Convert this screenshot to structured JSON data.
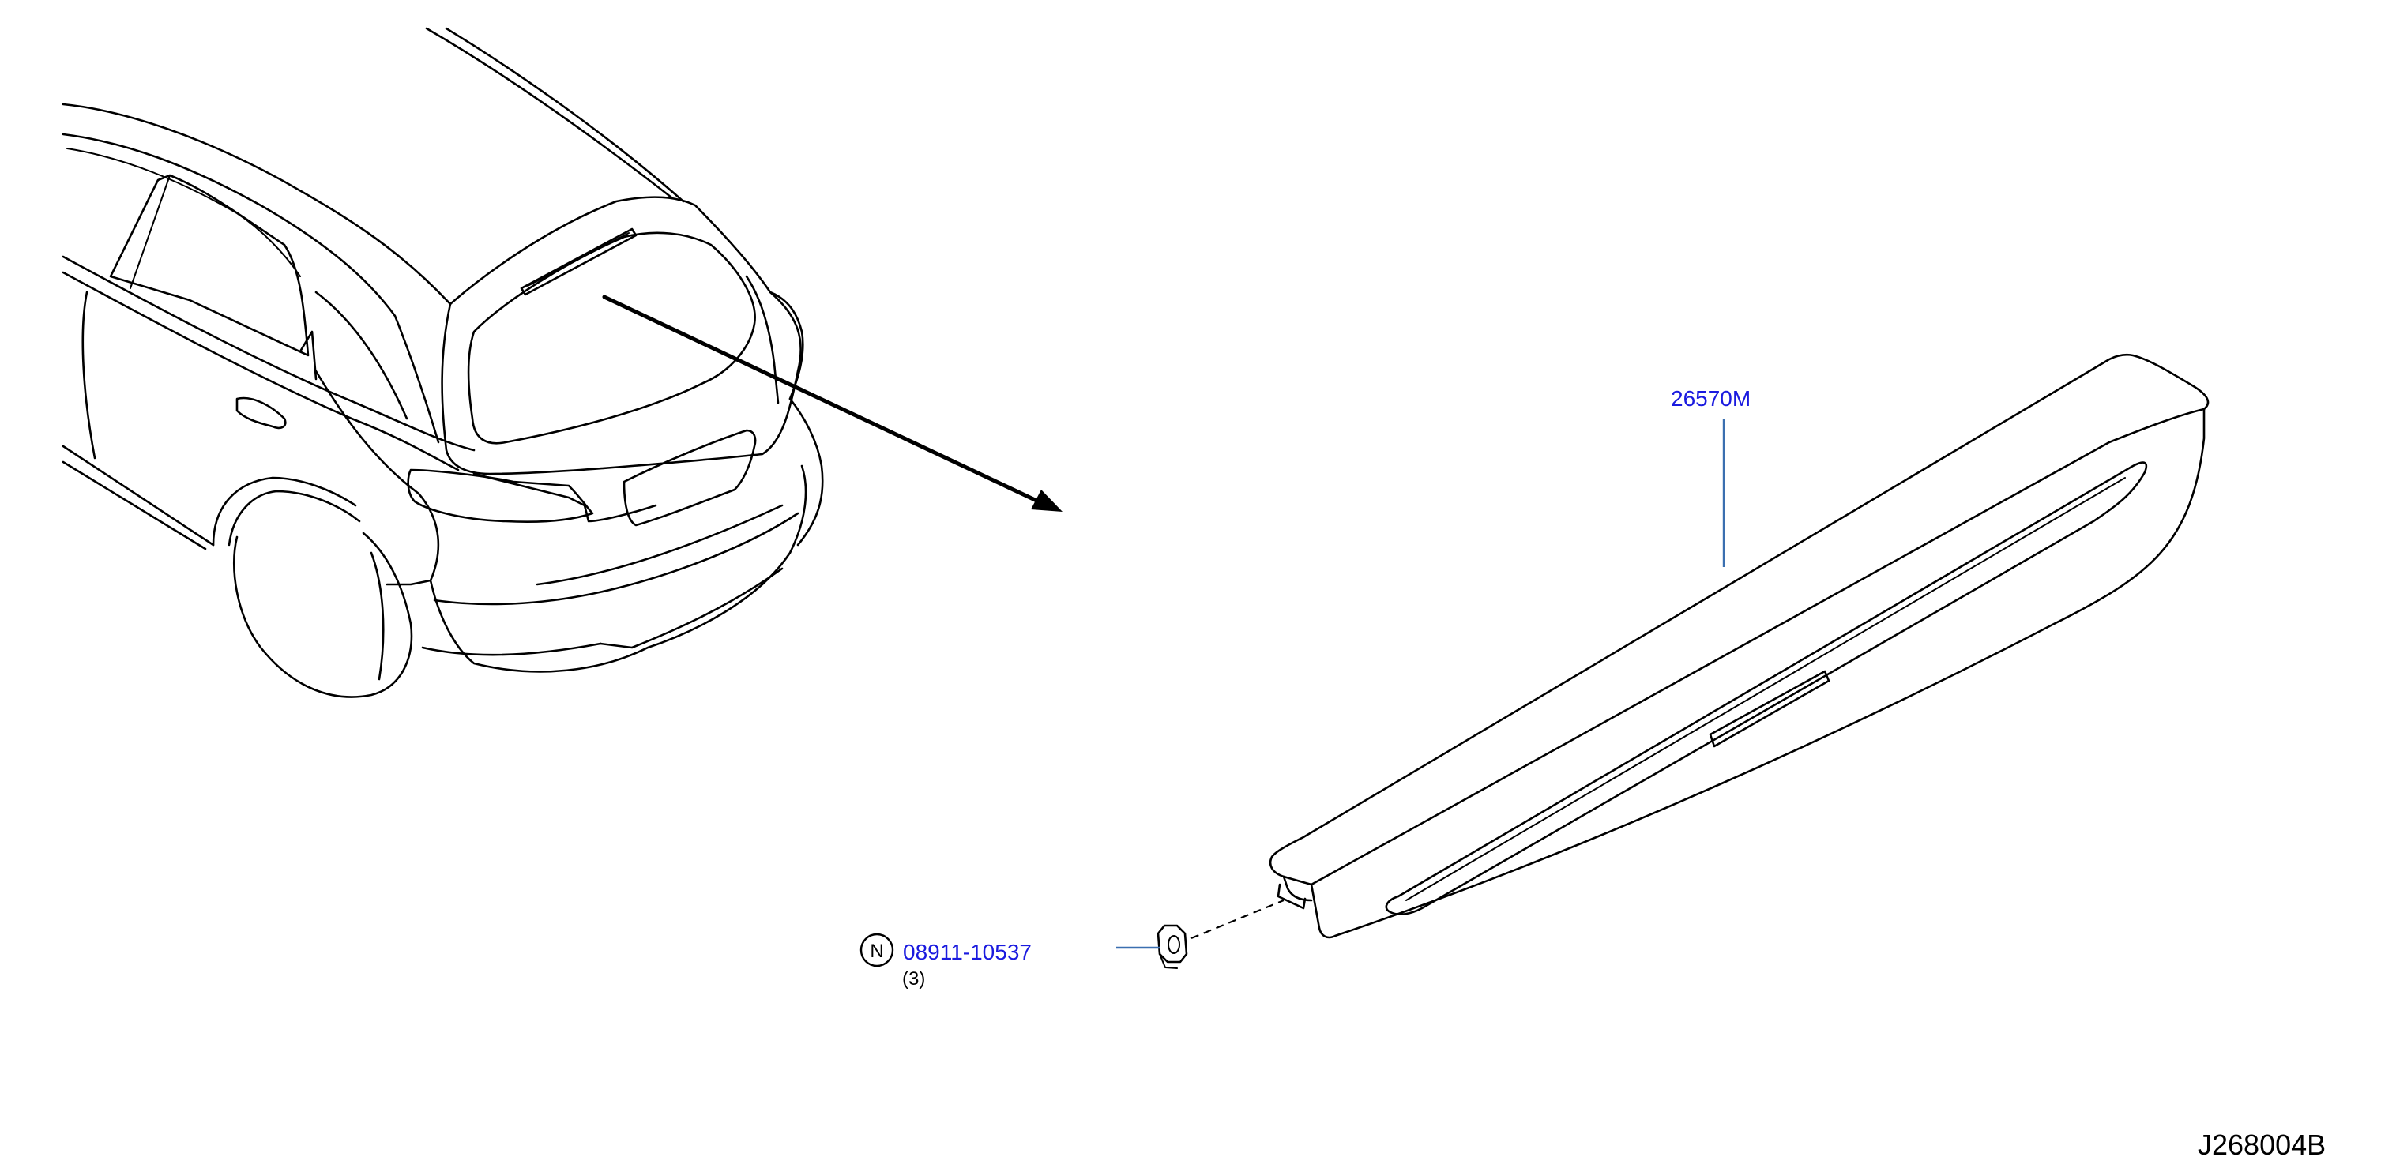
{
  "callouts": [
    {
      "id": "part-26570m",
      "text": "26570M"
    },
    {
      "id": "part-08911",
      "text": "08911-10537",
      "symbol": "N",
      "quantity": "(3)"
    }
  ],
  "diagram_code": "J268004B",
  "colors": {
    "callout_text": "#1a1adf",
    "leader": "#3a6fb0",
    "line": "#000000"
  }
}
